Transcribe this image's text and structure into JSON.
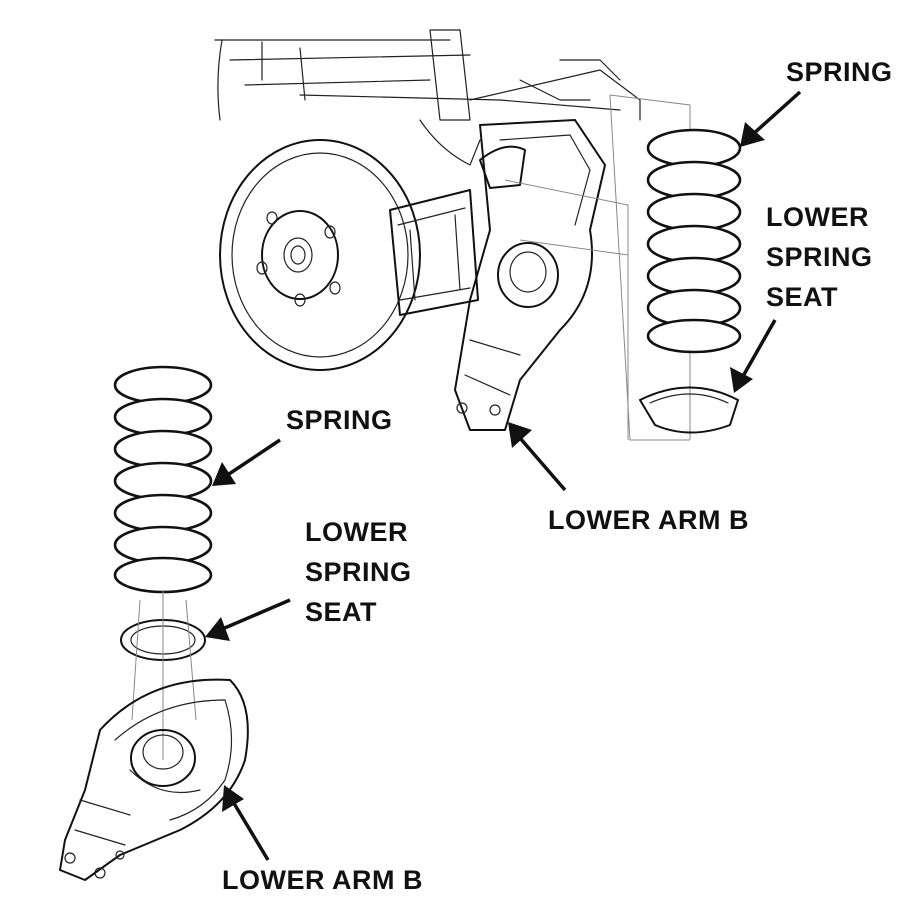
{
  "labels": {
    "spring_top": "SPRING",
    "lower_spring_seat_top": "LOWER\nSPRING\nSEAT",
    "lower_arm_b_top": "LOWER ARM B",
    "spring_bottom": "SPRING",
    "lower_spring_seat_bottom": "LOWER\nSPRING\nSEAT",
    "lower_arm_b_bottom": "LOWER ARM B"
  }
}
